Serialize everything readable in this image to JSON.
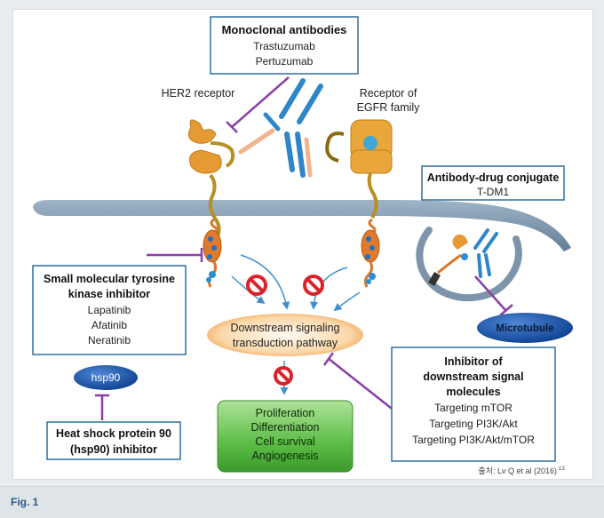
{
  "monoclonal": {
    "title": "Monoclonal antibodies",
    "drugs": [
      "Trastuzumab",
      "Pertuzumab"
    ]
  },
  "labels": {
    "her2": "HER2 receptor",
    "egfr_line1": "Receptor of",
    "egfr_line2": "EGFR family",
    "pathway_line1": "Downstream signaling",
    "pathway_line2": "transduction pathway",
    "microtubule": "Microtubule",
    "hsp90": "hsp90"
  },
  "adc": {
    "title": "Antibody-drug conjugate",
    "drug": "T-DM1"
  },
  "tki": {
    "title_line1": "Small molecular tyrosine",
    "title_line2": "kinase inhibitor",
    "drugs": [
      "Lapatinib",
      "Afatinib",
      "Neratinib"
    ]
  },
  "downstream_inhibitor": {
    "title_line1": "Inhibitor of",
    "title_line2": "downstream signal",
    "title_line3": "molecules",
    "targets": [
      "Targeting mTOR",
      "Targeting PI3K/Akt",
      "Targeting PI3K/Akt/mTOR"
    ]
  },
  "hsp_inhibitor": {
    "title_line1": "Heat shock protein 90",
    "title_line2": "(hsp90) inhibitor"
  },
  "outcomes": [
    "Proliferation",
    "Differentiation",
    "Cell survival",
    "Angiogenesis"
  ],
  "source": "출처: Lv Q et al (2016)",
  "source_ref": "13",
  "figure_label": "Fig. 1",
  "colors": {
    "membrane": "#7d95ab",
    "inhibitor_line": "#8b3fa6",
    "receptor": "#e8a040",
    "ellipse_blue": "#1d4f9e",
    "outcome_green": "#4caf3f"
  }
}
